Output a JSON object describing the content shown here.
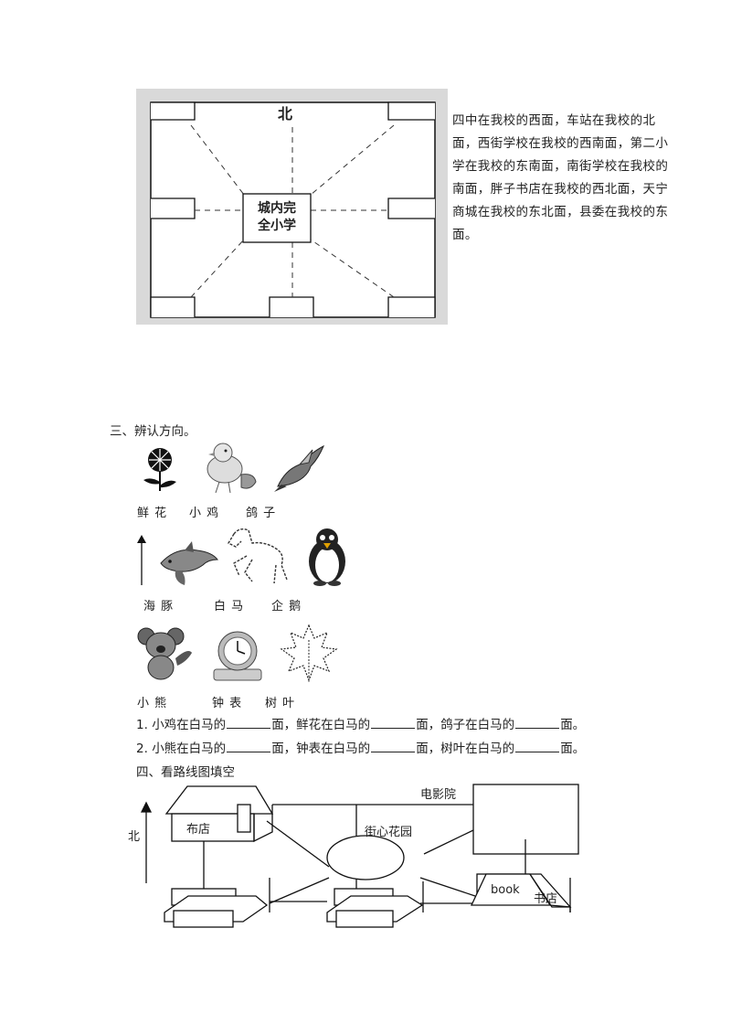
{
  "school_map": {
    "north_label": "北",
    "center_label_line1": "城内完",
    "center_label_line2": "全小学"
  },
  "map_description": "四中在我校的西面，车站在我校的北面，西街学校在我校的西南面，第二小学在我校的东南面，南街学校在我校的南面，胖子书店在我校的西北面，天宁商城在我校的东北面，县委在我校的东面。",
  "section3": {
    "title": "三、辨认方向。",
    "row1_labels": [
      "鲜 花",
      "小 鸡",
      "鸽 子"
    ],
    "row2_labels": [
      "海 豚",
      "白 马",
      "企 鹅"
    ],
    "row3_labels": [
      "小 熊",
      "钟 表",
      "树 叶"
    ],
    "q1": {
      "num": "1.",
      "p1": "小鸡在白马的",
      "p2": "面，鲜花在白马的",
      "p3": "面，鸽子在白马的",
      "p4": "面。"
    },
    "q2": {
      "num": "2.",
      "p1": "小熊在白马的",
      "p2": "面，钟表在白马的",
      "p3": "面，树叶在白马的",
      "p4": "面。"
    }
  },
  "section4": {
    "title": "四、看路线图填空",
    "north_label": "北",
    "places": {
      "cloth_store": "布店",
      "cinema": "电影院",
      "garden": "街心花园",
      "book_sign": "book",
      "bookstore": "书店"
    }
  }
}
